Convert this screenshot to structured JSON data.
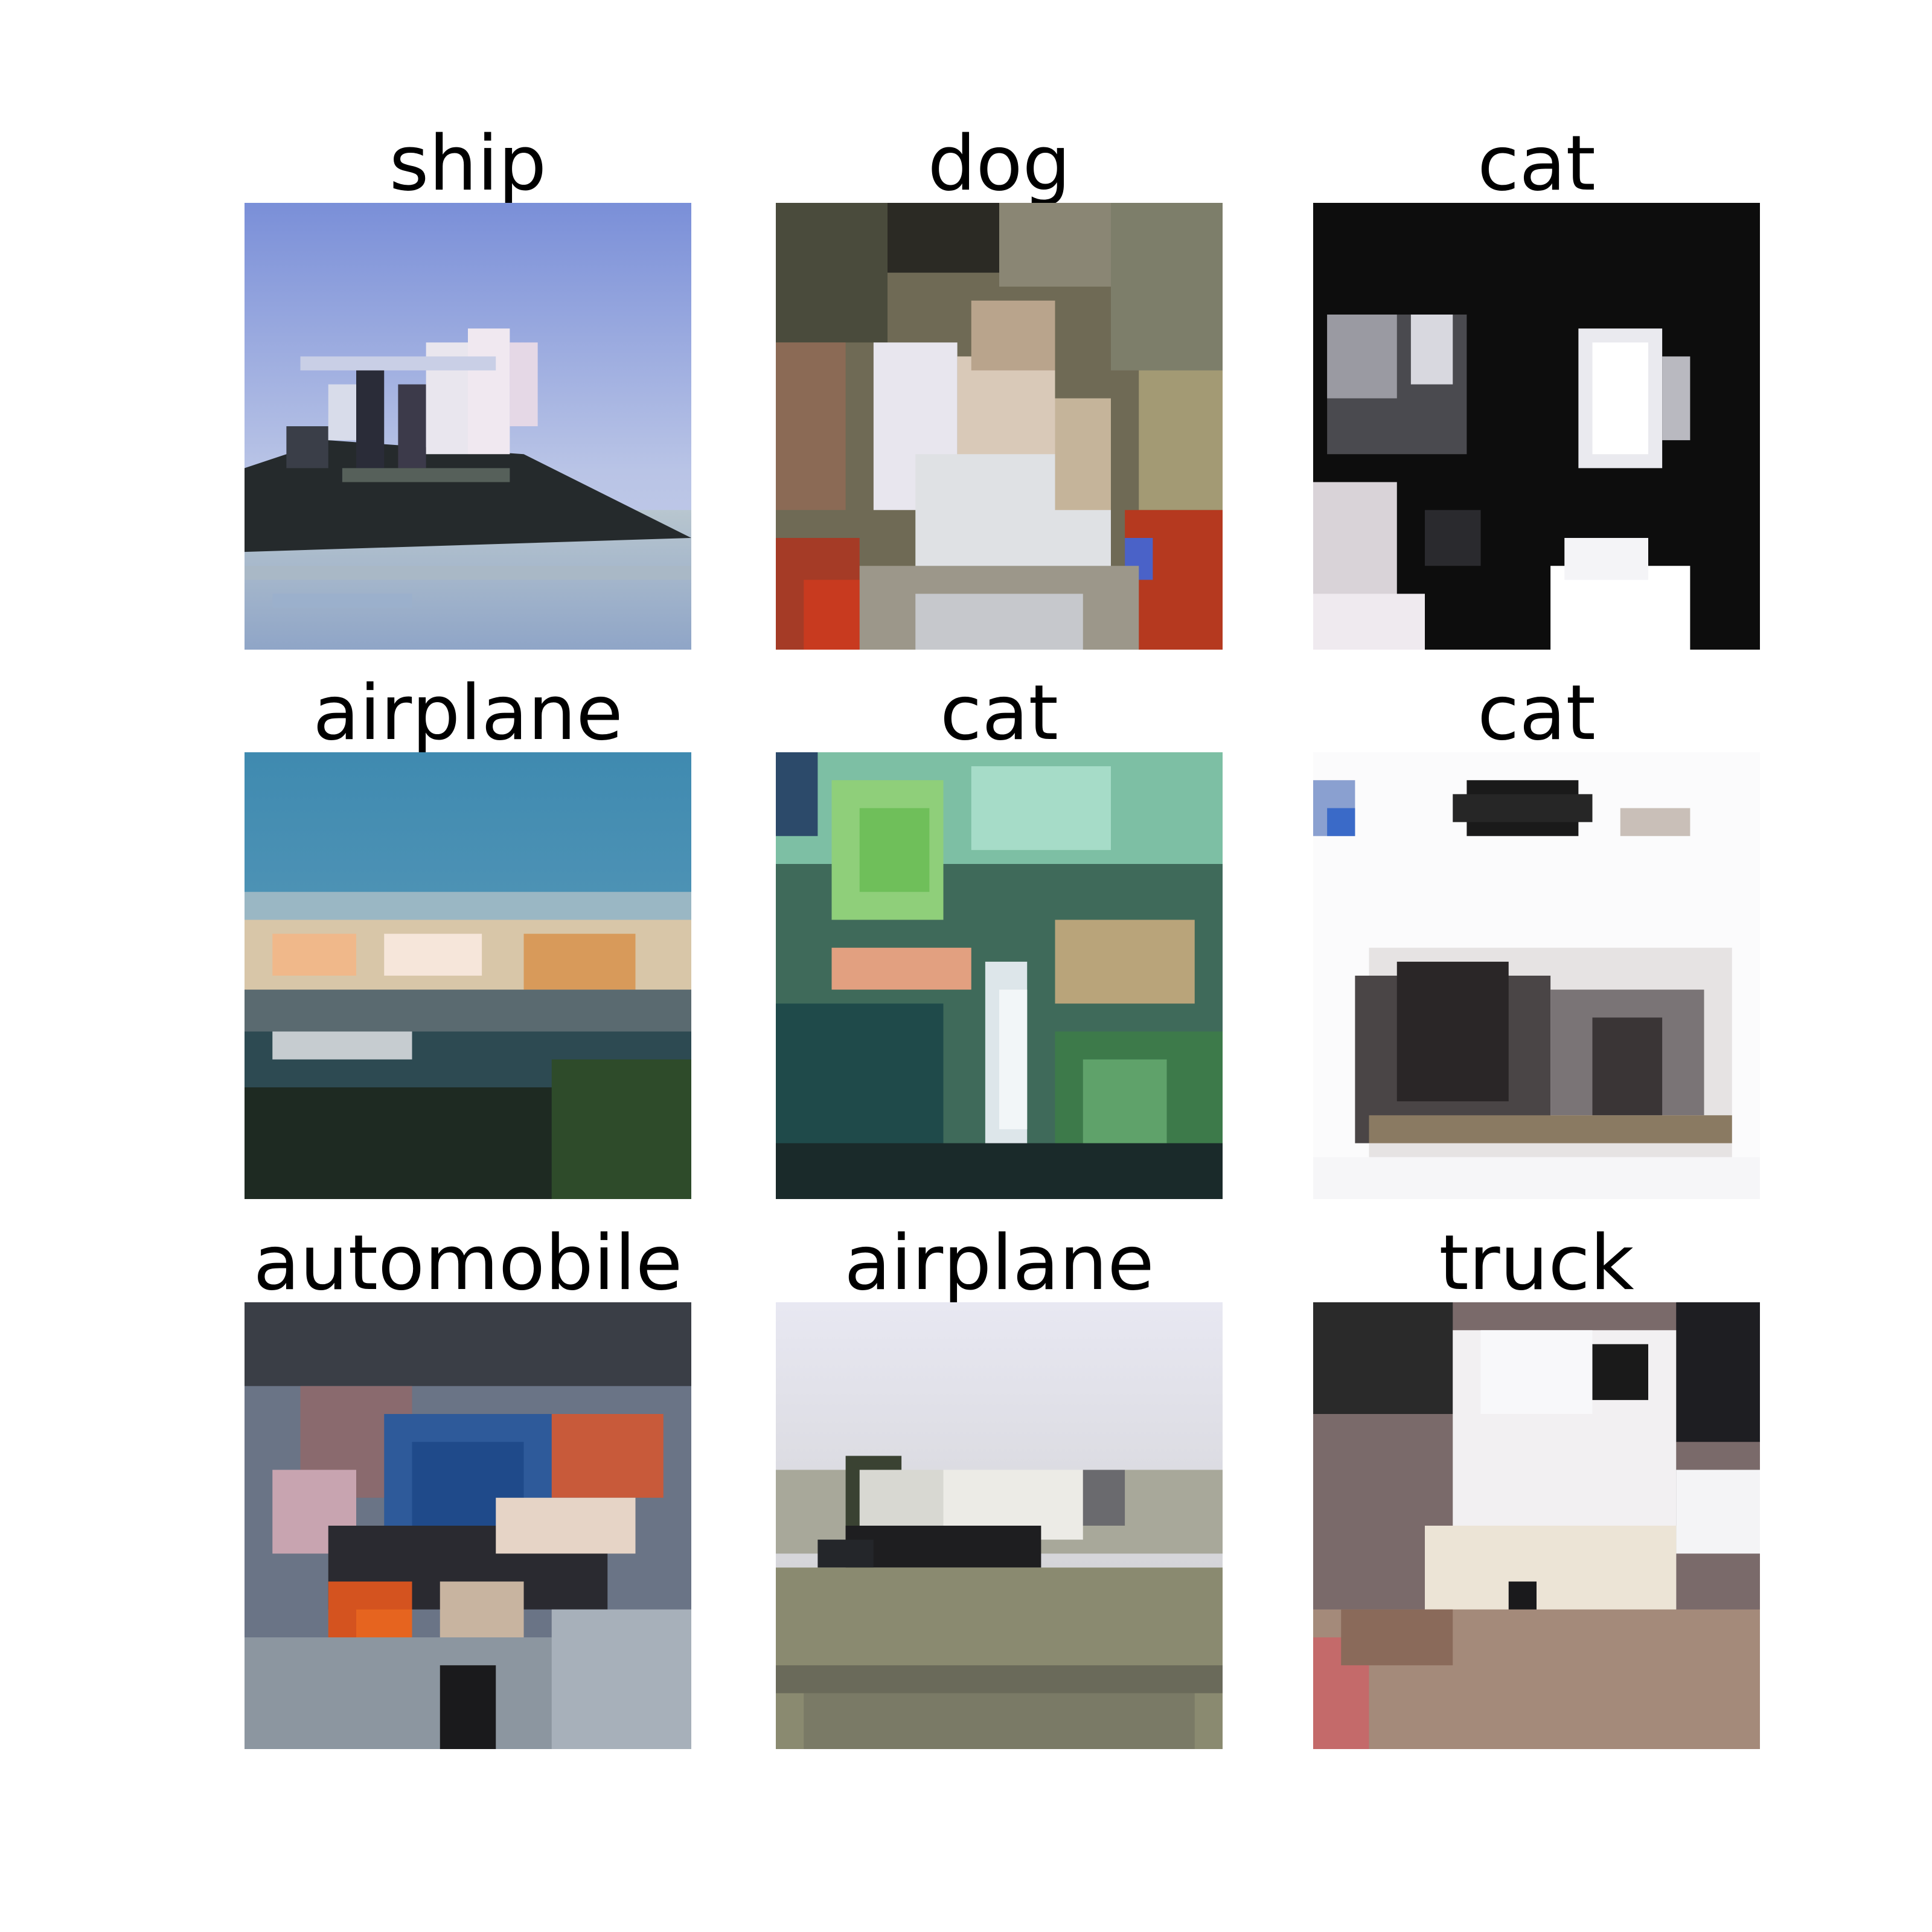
{
  "figure": {
    "panels": [
      {
        "label": "ship",
        "image": "pixelated ship on water under blue sky"
      },
      {
        "label": "dog",
        "image": "pixelated white dog with colorful background"
      },
      {
        "label": "cat",
        "image": "pixelated black and white cat"
      },
      {
        "label": "airplane",
        "image": "pixelated landscape under blue sky"
      },
      {
        "label": "cat",
        "image": "pixelated green and teal scene"
      },
      {
        "label": "cat",
        "image": "pixelated white and black animal on white background"
      },
      {
        "label": "automobile",
        "image": "pixelated colorful car"
      },
      {
        "label": "airplane",
        "image": "pixelated airplane on runway"
      },
      {
        "label": "truck",
        "image": "pixelated white truck"
      }
    ]
  }
}
